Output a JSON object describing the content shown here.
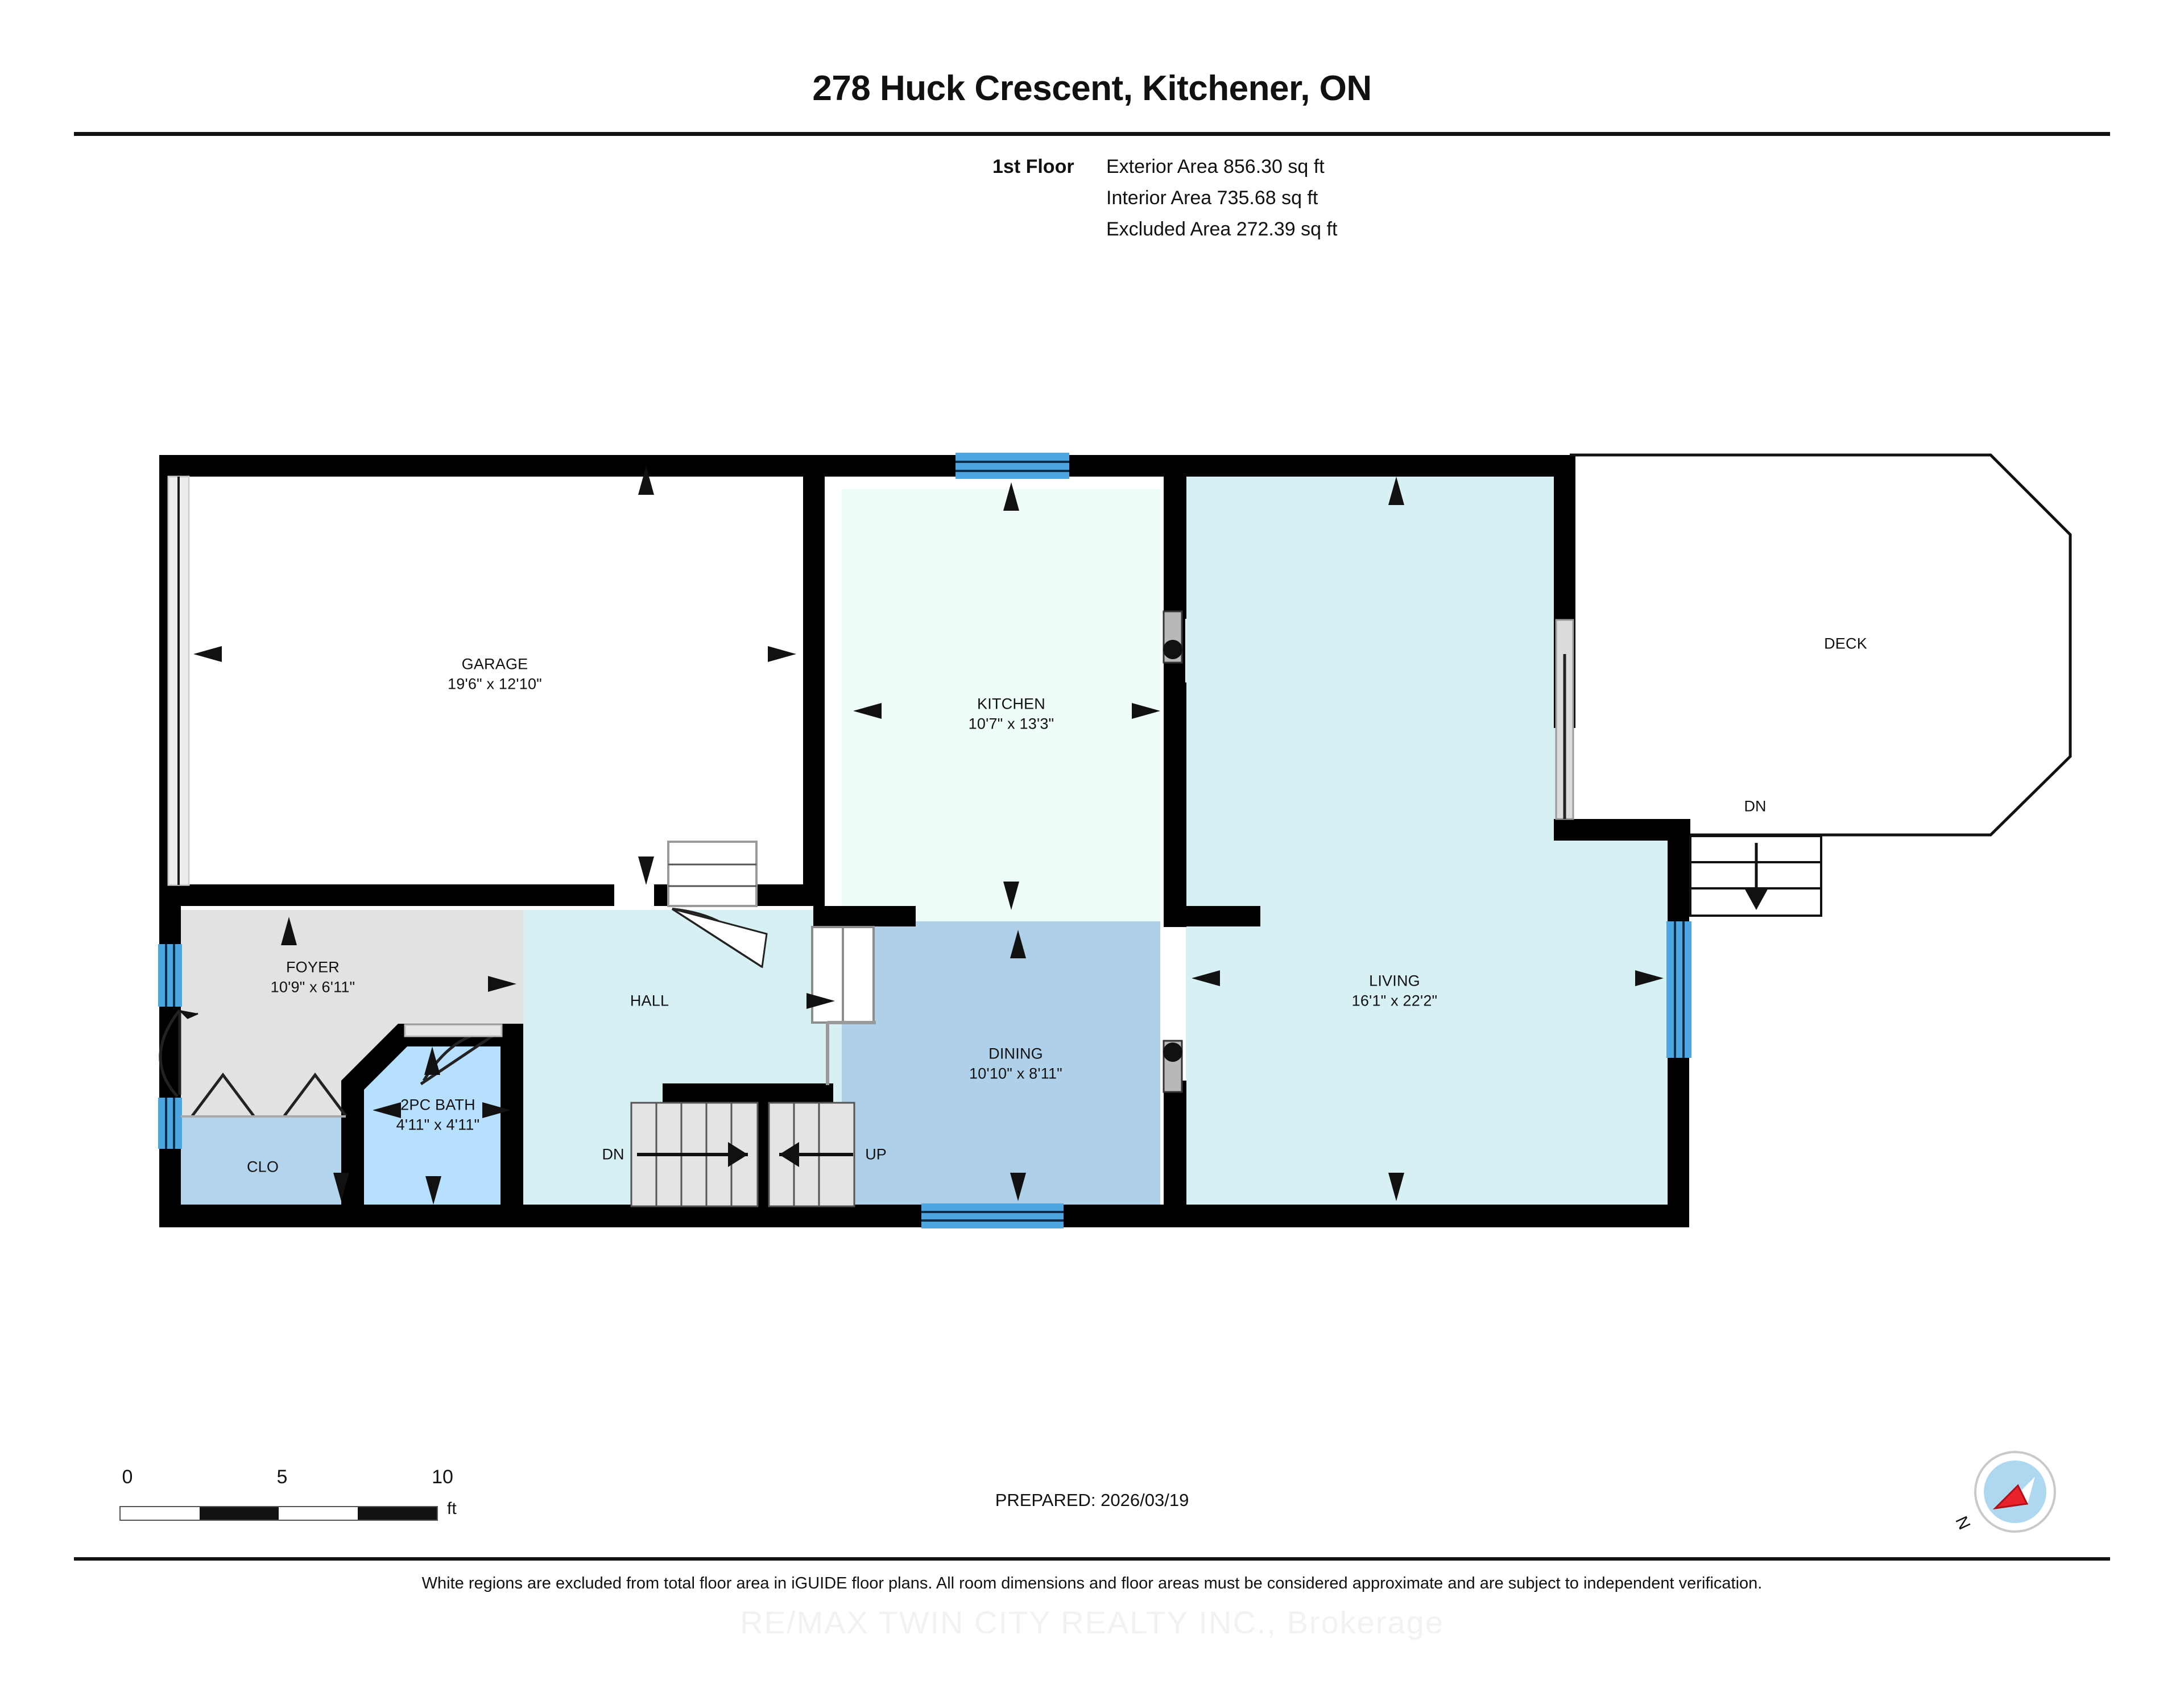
{
  "header": {
    "title": "278 Huck Crescent, Kitchener, ON",
    "floor_label": "1st Floor",
    "exterior_area": "Exterior Area 856.30 sq ft",
    "interior_area": "Interior Area 735.68 sq ft",
    "excluded_area": "Excluded Area 272.39 sq ft"
  },
  "rooms": [
    {
      "name": "GARAGE",
      "dims": "19'6\" x 12'10\""
    },
    {
      "name": "KITCHEN",
      "dims": "10'7\" x 13'3\""
    },
    {
      "name": "LIVING",
      "dims": "16'1\" x 22'2\""
    },
    {
      "name": "DECK",
      "dims": ""
    },
    {
      "name": "FOYER",
      "dims": "10'9\" x 6'11\""
    },
    {
      "name": "HALL",
      "dims": ""
    },
    {
      "name": "DINING",
      "dims": "10'10\" x 8'11\""
    },
    {
      "name": "2PC BATH",
      "dims": "4'11\" x 4'11\""
    },
    {
      "name": "CLO",
      "dims": ""
    }
  ],
  "stair_labels": {
    "deck_dn": "DN",
    "hall_dn": "DN",
    "hall_up": "UP"
  },
  "scale": {
    "ticks": [
      "0",
      "5",
      "10"
    ],
    "unit": "ft"
  },
  "footer": {
    "prepared": "PREPARED: 2026/03/19",
    "disclaimer": "White regions are excluded from total floor area in iGUIDE floor plans. All room dimensions and floor areas must be considered approximate and are subject to independent verification.",
    "watermark": "RE/MAX TWIN CITY REALTY INC., Brokerage"
  },
  "compass": {
    "label": "N"
  },
  "colors": {
    "wall": "#000000",
    "kitchen_fill": "#eefcfa",
    "living_fill": "#d7f0f3",
    "dining_fill": "#aed0e8",
    "bath_fill": "#b7e0ff",
    "foyer_fill": "#e2e2e2",
    "window": "#4da6e0",
    "stair_fill": "#e4e4e4",
    "compass_disc": "#aed8f0",
    "compass_needle": "#e8222a"
  }
}
